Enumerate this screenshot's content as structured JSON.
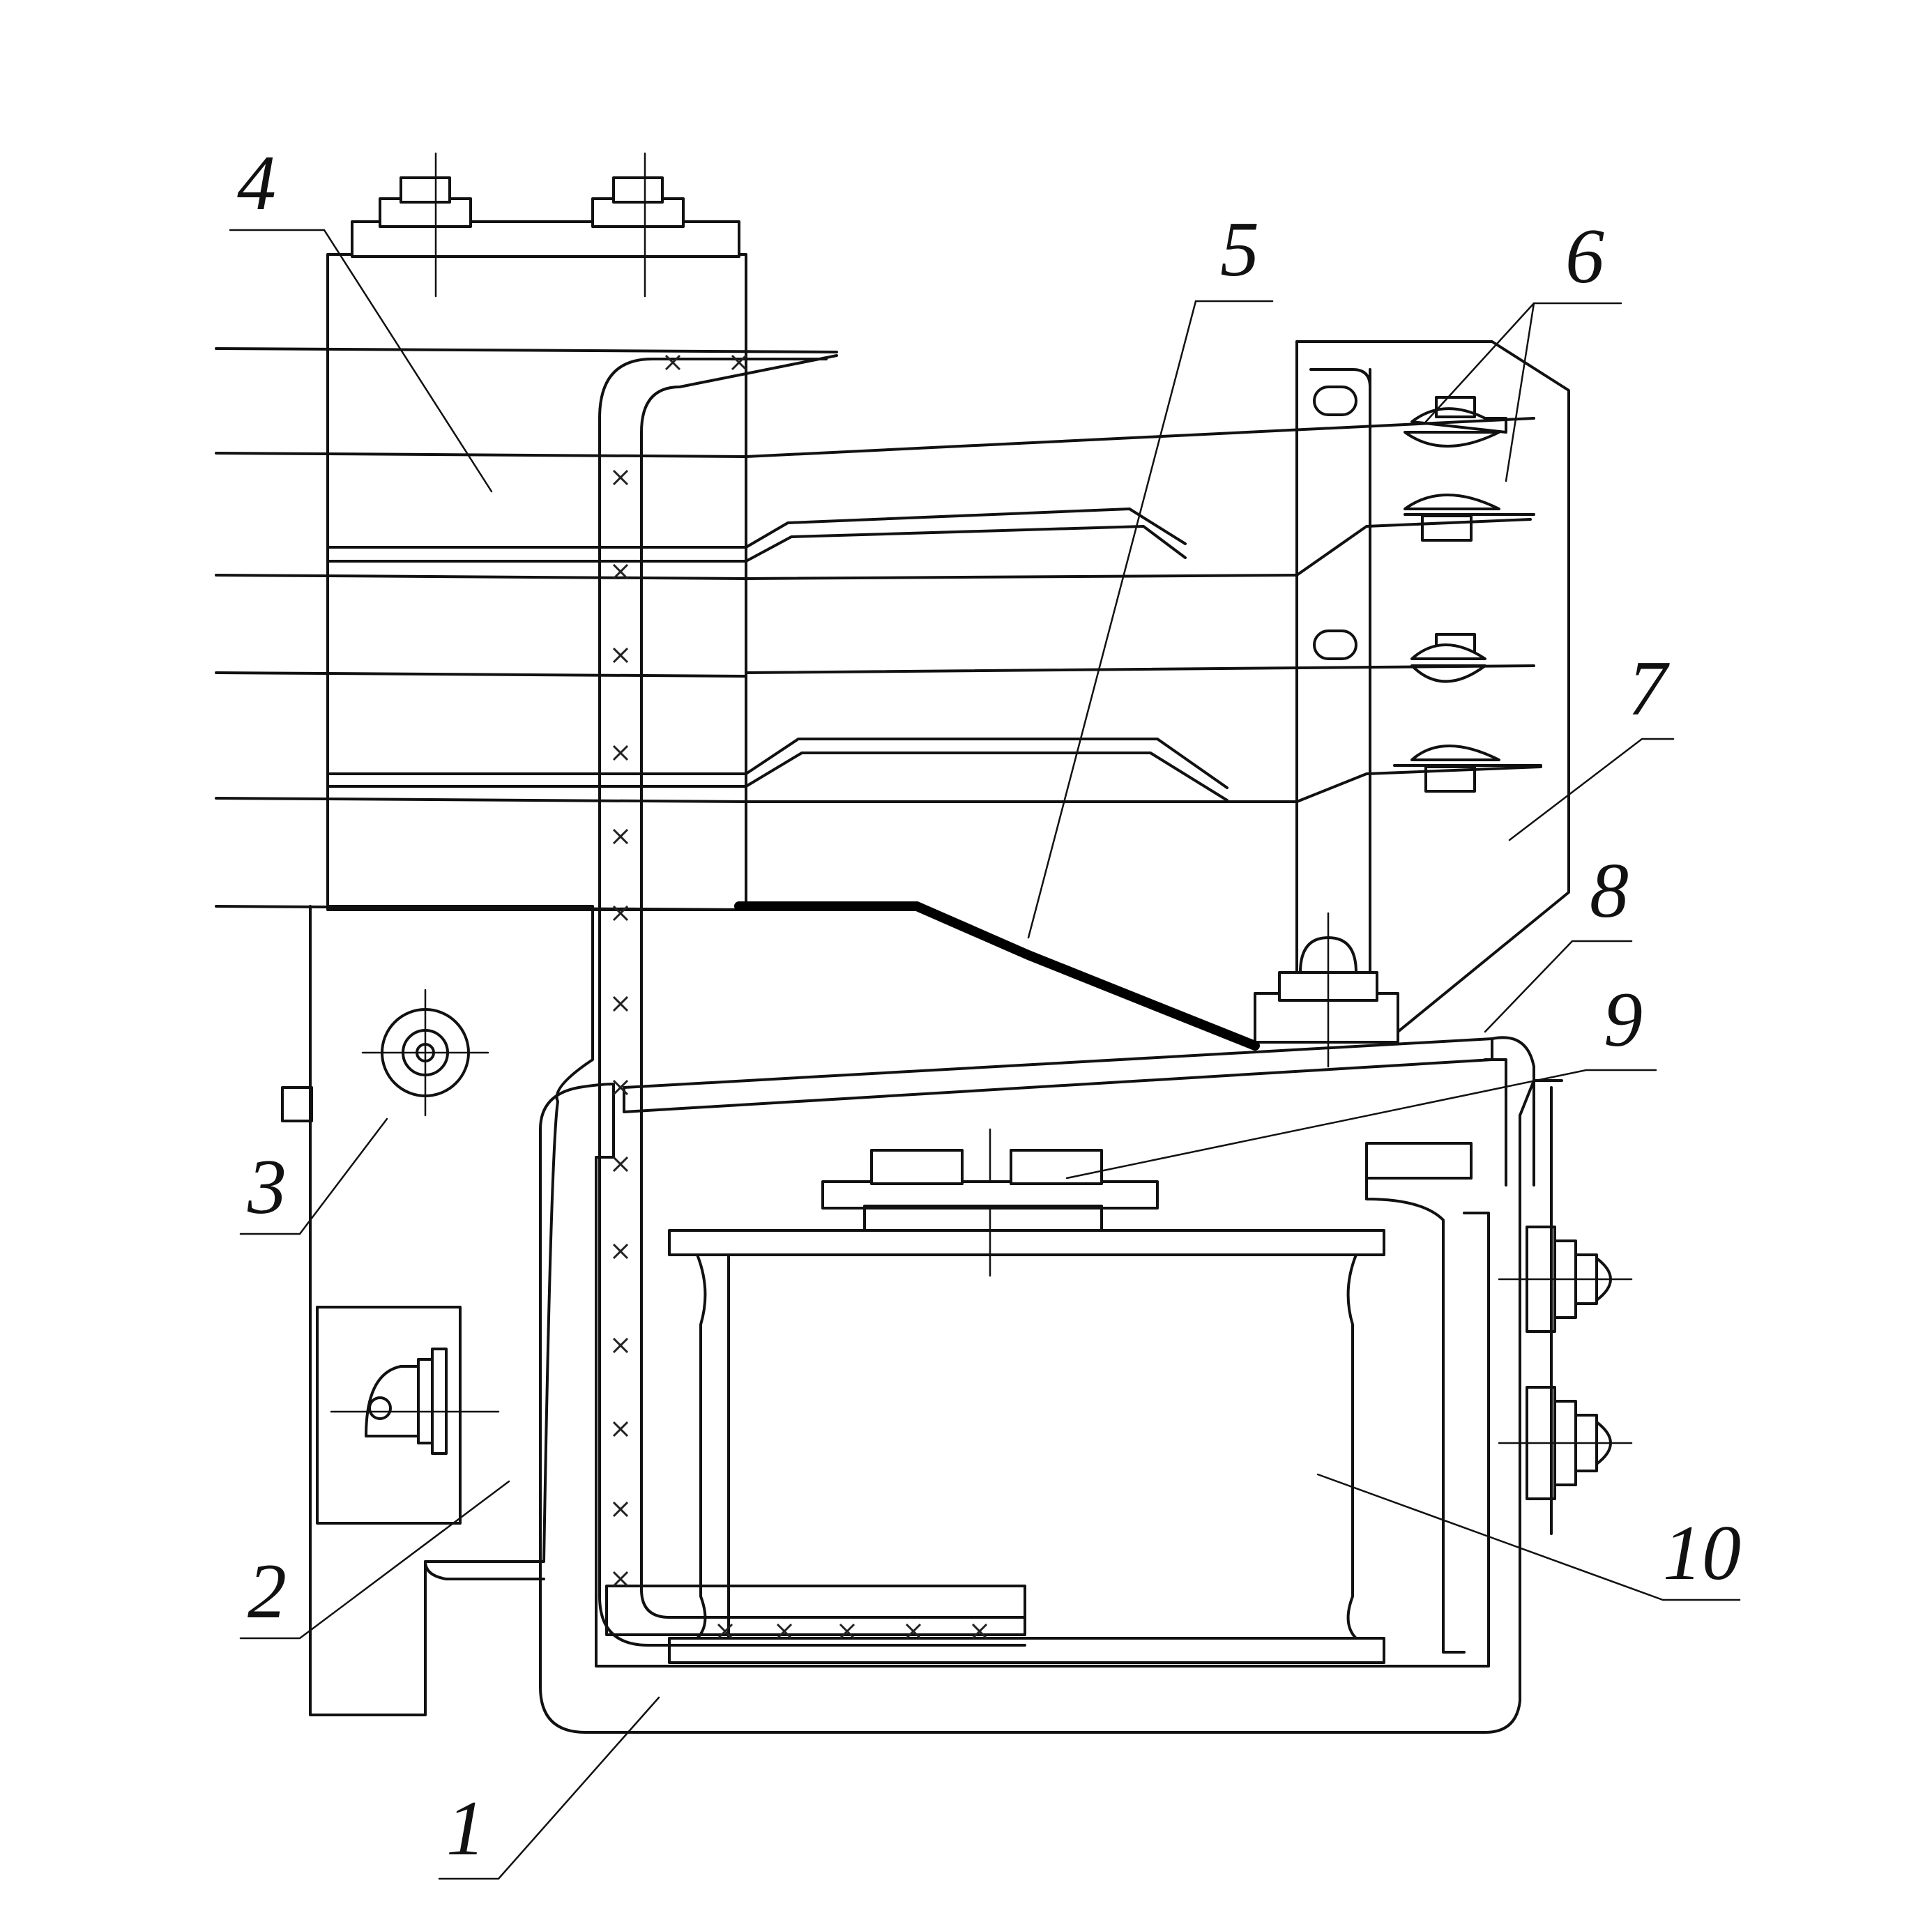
{
  "labels": {
    "l1": "1",
    "l2": "2",
    "l3": "3",
    "l4": "4",
    "l5": "5",
    "l6": "6",
    "l7": "7",
    "l8": "8",
    "l9": "9",
    "l10": "10"
  },
  "colors": {
    "line": "#111111",
    "background": "#ffffff"
  }
}
